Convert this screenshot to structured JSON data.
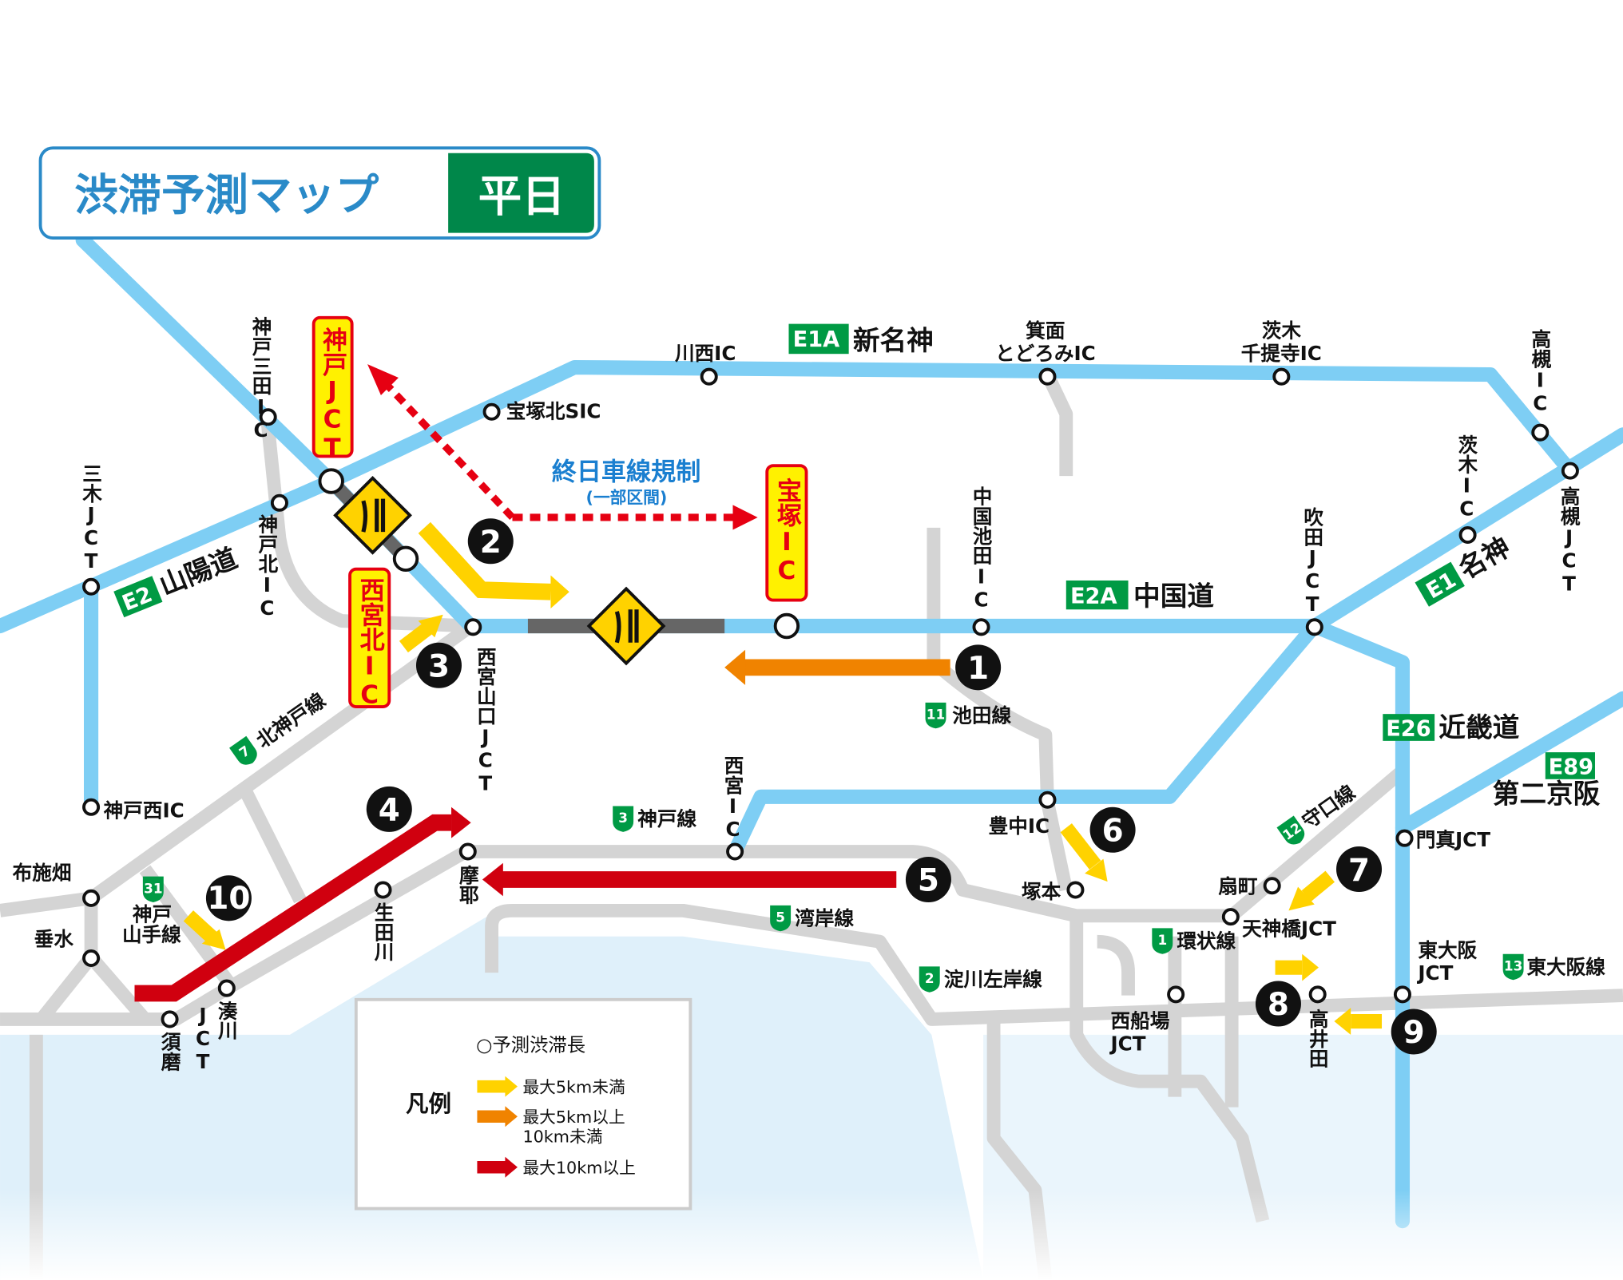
{
  "title": {
    "main": "渋滞予測マップ",
    "day": "平日"
  },
  "colors": {
    "expressway": "#7ecef4",
    "hanshin": "#d4d4d4",
    "green": "#009a44",
    "title_blue": "#2a8ac8",
    "yellow": "#ffd200",
    "orange": "#f08300",
    "red": "#d0000f",
    "sea": "#dff0fa"
  },
  "routes": {
    "e1a": {
      "code": "E1A",
      "name": "新名神"
    },
    "e2a": {
      "code": "E2A",
      "name": "中国道"
    },
    "e2": {
      "code": "E2",
      "name": "山陽道"
    },
    "e1": {
      "code": "E1",
      "name": "名神"
    },
    "e26": {
      "code": "E26",
      "name": "近畿道"
    },
    "e89": {
      "code": "E89",
      "name": "第二京阪"
    },
    "r11": {
      "code": "11",
      "name": "池田線"
    },
    "r7": {
      "code": "7",
      "name": "北神戸線"
    },
    "r3": {
      "code": "3",
      "name": "神戸線"
    },
    "r5": {
      "code": "5",
      "name": "湾岸線"
    },
    "r2": {
      "code": "2",
      "name": "淀川左岸線"
    },
    "r1": {
      "code": "1",
      "name": "環状線"
    },
    "r12": {
      "code": "12",
      "name": "守口線"
    },
    "r13": {
      "code": "13",
      "name": "東大阪線"
    },
    "r31": {
      "code": "31",
      "name_1": "神戸",
      "name_2": "山手線"
    }
  },
  "places": {
    "kobe_sanda": "神戸三田IC",
    "takarazuka_kita": "宝塚北SIC",
    "kawanishi": "川西IC",
    "mino_1": "箕面",
    "mino_2": "とどろみIC",
    "ibaraki_s_1": "茨木",
    "ibaraki_s_2": "千提寺IC",
    "takatsuki_ic": "高槻IC",
    "takatsuki_jct": "高槻JCT",
    "ibaraki_ic": "茨木IC",
    "suita_jct": "吹田JCT",
    "chugoku_ikeda": "中国池田IC",
    "miki_jct": "三木JCT",
    "kobe_kita": "神戸北IC",
    "nishinomiya_yamaguchi": "西宮山口JCT",
    "kobe_nishi": "神戸西IC",
    "nishinomiya_ic": "西宮IC",
    "toyonaka": "豊中IC",
    "kadoma": "門真JCT",
    "tsukamoto": "塚本",
    "ogimachi": "扇町",
    "tenjinbashi": "天神橋JCT",
    "higashiosaka_1": "東大阪",
    "higashiosaka_2": "JCT",
    "nishisenba_1": "西船場",
    "nishisenba_2": "JCT",
    "takaida": "高井田",
    "maya": "摩耶",
    "ikutagawa": "生田川",
    "minatogawa": "湊川",
    "minatogawa_jct": "JCT",
    "suma": "須磨",
    "fusehata": "布施畑",
    "tarumi": "垂水"
  },
  "callouts": {
    "kobe_jct": "神戸JCT",
    "takarazuka_ic": "宝塚IC",
    "nishinomiya_kita": "西宮北IC"
  },
  "restriction": {
    "main": "終日車線規制",
    "sub": "(一部区間)"
  },
  "spots": [
    "1",
    "2",
    "3",
    "4",
    "5",
    "6",
    "7",
    "8",
    "9",
    "10"
  ],
  "legend": {
    "title": "凡例",
    "marker": "○予測渋滞長",
    "items": [
      {
        "label": "最大5km未満",
        "color": "#ffd200"
      },
      {
        "label_1": "最大5km以上",
        "label_2": "10km未満",
        "color": "#f08300"
      },
      {
        "label": "最大10km以上",
        "color": "#d0000f"
      }
    ]
  }
}
